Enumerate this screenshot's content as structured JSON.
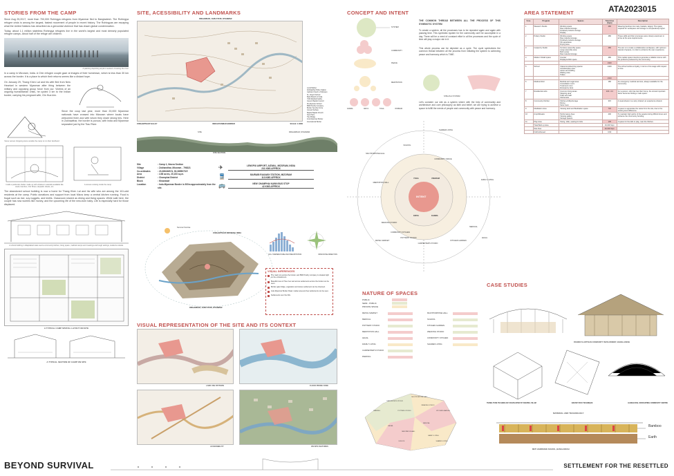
{
  "sheet_id": "ATA2023015",
  "footer": {
    "title": "BEYOND SURVIVAL",
    "subtitle": "SETTLEMENT FOR THE RESETTLED"
  },
  "stories": {
    "title": "STORIES FROM THE CAMP",
    "p1": "Since Aug 25,2017, more than 700,000 Rohingya refugees from Myanmar fled to Bangladesh. The Rohingya refugee crisis is among the largest, fastest movement of people in recent history. The Rohingyas are escaping what the United Nations has described as a genocidal violence that has drawn global condemnation.",
    "p2": "Today, about 1.1 million stateless Rohingya refugees live in the world's largest and most densely populated refugee camps. About half of the refuge are children.",
    "photo_caption": "A painting depicting asylum seekers crossing the river",
    "p3": "In a camp in Mizoram, India. A Chin refugee couple gaze at images of their hometown, which is less than 30 km across the border. It is a place to which their returns seems like a distant hope.",
    "p4": "On January 29, Thang Khen Lal and his wife fled from New Heartuel in western Myanmar after firing between the military and opposing group force from our. Victims of an ongoing humanitarian crisis, he cycled 3 km to the Indian border, carrying his pregnant wife, Gin Hua kim.",
    "p5": "Since the coup last year, more than 20,000 Myanmar nationals have crossed into Mizoram where locals have welcomed them and with whom they share strong ties. Here in Zokhawthar, the border is porous, with India and Myanmar separated just by the Tiau River.",
    "sketch1": "Some women chopping stone outside the camp to run their livelihood",
    "sketch2": "Inside a particular shelter made up with whatever materials available like wood, bamboo, CGI Sheet, tarpaulin sheets, etc.",
    "sketch3": "A woman cooking inside the camp",
    "p6": "The abandoned school building is now a home for Thang Khen Lal and his wife who are among the 110-odd residents at the camp. Public donations and support from local Mizos keep a central kitchen running. Food is frugal such as rice, soy nuggets, and lentils. Classroom shared as dining and living spaces. While safe here, the couple has now worries like money, and the upcoming life of the new-born baby. Life is especially hard for those displaced.",
    "school_caption": "A school building in dilapidated state used a community kitchen, living space, medical camps and meetings and tough settings, students outside.",
    "plan_caption": "A TYPICAL CAMP SPATIAL LAYOUT ON SITE",
    "section_caption": "A TYPICAL SECTION OF CAMP ON SITE"
  },
  "site": {
    "title": "SITE, ACESSIBILITY AND LANDMARKS",
    "map_top_label": "RIKHAWDAR, CHIN STATE, MYANMAR",
    "map_bottom_labels": [
      "ZOKHAWTHAR VALLEY",
      "INDO-MYANMAR BORDER",
      "SCALE: 1:3000"
    ],
    "legend": [
      "Local Market",
      "Zokhawthar Police Station",
      "Catholic Church of Mizoram",
      "St. Joseph School",
      "Bank Branch of India",
      "YMA Medical Facility",
      "Govern Baptist Council",
      "Presbyterian School",
      "BSR Poultry Company",
      "Border Security Force",
      "Ground Surface",
      "Baptist Baptist Church",
      "New Hatm",
      "Tiau Bridge",
      "Indo-Myanmar Border",
      "International Border"
    ],
    "section_caption": "SITE SECTION",
    "section_label_left": "SITE",
    "section_label_right": "RIKHAWDAR, MYANMAR",
    "details": [
      [
        "Site",
        ": Camp 1, Neuva Section"
      ],
      [
        "Village",
        ": Zokhawthar, Mizoram - 796321"
      ],
      [
        "Co-ordinates",
        ": 23.3662465 N, 93.3855078 E"
      ],
      [
        "Area",
        ": 4.98 acres, 20,153 sq.m."
      ],
      [
        "District",
        ": Champhai District"
      ],
      [
        "Block",
        ": Khawzawl"
      ],
      [
        "Location",
        ": Indo-Myanmar Border is 900m approximately from the site."
      ]
    ],
    "transport": [
      {
        "name": "LENGPUI AIRPORT, AIZWAL, MIZORAM, INDIA",
        "dist": "231 KMS APPROX",
        "icon": "airplane-icon"
      },
      {
        "name": "BAIRABI RAILWAY STATION, MIZORAM",
        "dist": "113 KMS APPROX",
        "icon": "train-icon"
      },
      {
        "name": "NEW CHAMPHAI KAWN BUS STOP",
        "dist": "42 KMS APPROX",
        "icon": "bus-icon"
      }
    ],
    "chart_captions": [
      "AVG. TEMPERATURE AND PRECIPITATION",
      "WIND ROSE DIRECTION"
    ],
    "terrain_labels": [
      "Summer Sunrise",
      "ZOKHAWTHAR, MIZORAM, INDIA",
      "RIKHAWDAR, CHIN STATE, MYANMAR",
      "Winter Sunrise",
      "Summer Sunset"
    ],
    "inferences_title": "VISUAL INFERENCES",
    "inferences": [
      "The road runs across the border, and BSR Poultry company is situated right on the embankment.",
      "Beautiful view of Tiau river and across settlements across the border can be seen.",
      "Border gate bridge, vegetation and stones settlement can be observed.",
      "Indo-Myanmar Border Road, market area and few settlements can be seen.",
      "Settlements over the hills."
    ]
  },
  "visual_rep": {
    "title": "VISUAL REPRESENTATION OF THE SITE AND ITS CONTEXT",
    "captions": [
      "LAND USE PATTERN",
      "FLOOD PRONE ZONE",
      "ACCESSIBILITY",
      "ON SITE FEATURES"
    ]
  },
  "concept": {
    "title": "CONCEPT AND INTENT",
    "labels": [
      "SYSTEM",
      "COMMUNITY",
      "PEACE",
      "MEDITATION",
      "KARMA",
      "KRIYA",
      "YOGA",
      "VISHRAM"
    ],
    "site_label": "SITE AS A SYSTEM",
    "p1": "THE COMMON THREAD BETWEEN ALL THE PROCESS OF THIS SYMBIOTIC SYSTEM",
    "p2": "To create a system, all the processes has to be repeated again and again with passing time. This symbiotic system for the community can't be accomplish in a day. There will be a need of constant effort in all the processes and the cycle of time will play a major role in it.",
    "p3": "This whole process can be depicted as a cycle. The cycle symbolizes the common thread between all the process from initiating the system to achieving peace and harmony which is TIME.",
    "p4": "Let's consider our site as a system where with the help of community and architecture and core philosophy as faith and belief, we are trying to achieve a space to fulfill the needs of people and community with peace and harmony."
  },
  "wheel": {
    "center": "INTENT",
    "ring": [
      "YOGA",
      "VISHRAM",
      "KARMA",
      "KRIYA"
    ],
    "outer": [
      "MULTIPURPOSE HALL",
      "SCHOOL",
      "SHARED LIVING",
      "COMMUNITY SPACE",
      "FAMILY LIVING",
      "MEDITATION HALL",
      "MEDICAL",
      "LEGAL",
      "WEAVING STUDIO",
      "COMMUNITY KITCHEN",
      "KITCHEN GARDEN",
      "CARPENTER'S STUDIO",
      "POTTERS' STUDIO",
      "RETAIL MARKET"
    ]
  },
  "nature": {
    "title": "NATURE OF SPACES",
    "legend": [
      {
        "label": "PUBLIC",
        "color": "#f4cccc"
      },
      {
        "label": "SEMI - PUBLIC",
        "color": "#e6ead0"
      },
      {
        "label": "PRIVATE SPACE",
        "color": "#f9e9c8"
      }
    ],
    "left": [
      {
        "label": "RETAIL MARKET",
        "color": "#f4cccc"
      },
      {
        "label": "MEDICAL",
        "color": "#f4cccc"
      },
      {
        "label": "POTTERS' STUDIO",
        "color": "#e6ead0"
      },
      {
        "label": "MEDITATION HALL",
        "color": "#f4cccc"
      },
      {
        "label": "LEGAL",
        "color": "#f4cccc"
      },
      {
        "label": "FAMILY LIVING",
        "color": "#f9e9c8"
      },
      {
        "label": "CARPENTER'S STUDIO",
        "color": "#e6ead0"
      },
      {
        "label": "PARKING",
        "color": "#f4cccc"
      }
    ],
    "right": [
      {
        "label": "MULTIPURPOSE HALL",
        "color": "#f4cccc"
      },
      {
        "label": "SCHOOL",
        "color": "#e6ead0"
      },
      {
        "label": "KITCHEN GARDEN",
        "color": "#e6ead0"
      },
      {
        "label": "WEAVING STUDIO",
        "color": "#e6ead0"
      },
      {
        "label": "COMMUNITY KITCHEN",
        "color": "#f4cccc"
      },
      {
        "label": "SHARED LIVING",
        "color": "#f9e9c8"
      }
    ],
    "plot_labels": [
      "PARKING",
      "CARPENTER'S STUDIO",
      "MULTIPURPOSE HALL",
      "WEAVING STUDIO",
      "KITCHEN GARDEN",
      "POTTERS STUDIO",
      "RETAIL",
      "MEDICAL",
      "MEDITATION HALL",
      "FAMILY LIVING",
      "SHARED LIVING",
      "SCHOOL"
    ]
  },
  "area": {
    "title": "AREA STATEMENT",
    "headers": [
      "S.no.",
      "Program",
      "Spaces",
      "Total Area (Sqm)",
      "Description"
    ],
    "rows": [
      [
        "1",
        "Weaver's Studio",
        "Working space\nRaw material storage\nFinished products storage\nDisplay",
        "486",
        "Weaving bamboo into mats, baskets, largely. The space required for workspace and storage is comparatively higher."
      ],
      [
        "2",
        "Pottery Studio",
        "Working space\nRaw material storage\nFinished products storage\nKiln apparatus\nDrying area",
        "486",
        "These skills and their processes were closely examined, in arrive at the area requirements."
      ],
      [
        "3",
        "Carpentry Studio",
        "Furniture assembly space\nLarge assembly area\nBoth center\nRaw material storage",
        "486",
        "The aim is to create a collaborative workspace, with optimum natural of spaces, in order to enhance the user experience."
      ],
      [
        "4",
        "Market / Retail space",
        "Counter\nDisplay/exhibit space",
        "486",
        "This market space intends to generate a reliable income with the products produced by the community."
      ],
      [
        "",
        "",
        "",
        "1900",
        ""
      ],
      [
        "5",
        "School",
        "Classrooms/learning spaces\nActivities/play area\nAdmin and staffing\nWaiting area\nToilets",
        "2440",
        "The school carries a loyalty, in terms of its usage with respect to time."
      ],
      [
        "",
        "",
        "",
        "2310",
        ""
      ],
      [
        "6",
        "Medical clinic",
        "Medical and Legal area\nConsultation room\nTreatment room\nEmergency area",
        "180",
        "An emergency medical services, always available for the community."
      ],
      [
        "7",
        "Residential units",
        "Common living areas\nSleeping area\nToilet and bath\nKitchenette",
        "240 x 14",
        "For a person, who has lost their home, the utmost important factor becomes finding a 'safe space'."
      ],
      [
        "8",
        "Community Kitchen",
        "Kitchen+Utility/storage\nDining\nStore room",
        "315",
        "A meal-shared, is a story shared; an experience shared."
      ],
      [
        "9",
        "Meditation Area",
        "Viewing deck and Meditation space",
        "730",
        "A space to appreciate the views from the site, due to the existing level difference."
      ],
      [
        "10",
        "Amphitheatre",
        "Performance Area\nViewing gallery\nStorage spaces",
        "400",
        "To maintain high spirits of the people during difficult times and enhance the community bonding."
      ],
      [
        "11",
        "Play Area",
        "Swing, slide, seating for kids",
        "105",
        "A space for the kids to play, near the Kitchen."
      ],
      [
        "",
        "Total Built up Area",
        "",
        "16,000 Sqm",
        ""
      ],
      [
        "",
        "Site Area",
        "",
        "20,000 Sqm",
        ""
      ],
      [
        "",
        "FAR Achieved",
        "",
        "0.82",
        ""
      ]
    ]
  },
  "case": {
    "title": "CASE STUDIES",
    "captions": [
      "ROHINGYA ARTISAN COMMUNITY INVOLVEMENT, BANGLADESH",
      "THREE-TUBE TECHNOLOGY DEVELOPED BY RAKIBUL ISLAM",
      "GRASSY BOX TECHNIQUE",
      "HANGGURAL SPARANTING COMMUNITY CENTRE",
      "MATERIAL AND TECHNOLOGY",
      "METI HANDMADE SCHOOL, BANGLADESH"
    ],
    "labels": [
      "Bamboo",
      "Earth"
    ]
  }
}
